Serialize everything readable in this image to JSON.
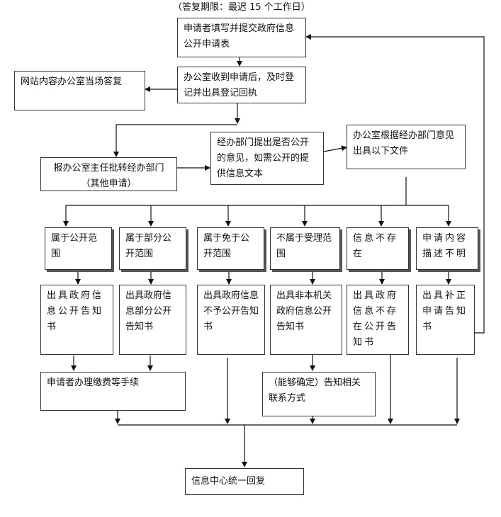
{
  "caption": "（答复期限：最迟 15 个工作日）",
  "nodes": {
    "submit": "申请者填写并提交政府信息公开申请表",
    "onsite_reply": "网站内容办公室当场答复",
    "register": "办公室收到申请后，及时登记并出具登记回执",
    "director": "报办公室主任批转经办部门（其他申请）",
    "dept_opinion": "经办部门提出是否公开的意见，如需公开的提供信息文本",
    "office_docs": "办公室根据经办部门意见出具以下文件",
    "cat_public": "属于公开范围",
    "cat_partial": "属于部分公开范围",
    "cat_exempt": "属于免于公开范围",
    "cat_not_accepted": "不属于受理范围",
    "cat_not_exist": "信息不存在",
    "cat_unclear": "申请内容描述不明",
    "doc_public": "出具政府信息公开告知书",
    "doc_partial": "出具政府信息部分公开告知书",
    "doc_exempt": "出具政府信息不予公开告知书",
    "doc_not_agency": "出具非本机关政府信息公开告知书",
    "doc_not_exist": "出具政府信息不存在公开告知书",
    "doc_correction": "出具补正申请告知书",
    "fees": "申请者办理缴费等手续",
    "contact": "（能够确定）告知相关联系方式",
    "final": "信息中心统一回复"
  },
  "colors": {
    "line": "#111111",
    "border": "#333333",
    "shadow": "#555555"
  }
}
